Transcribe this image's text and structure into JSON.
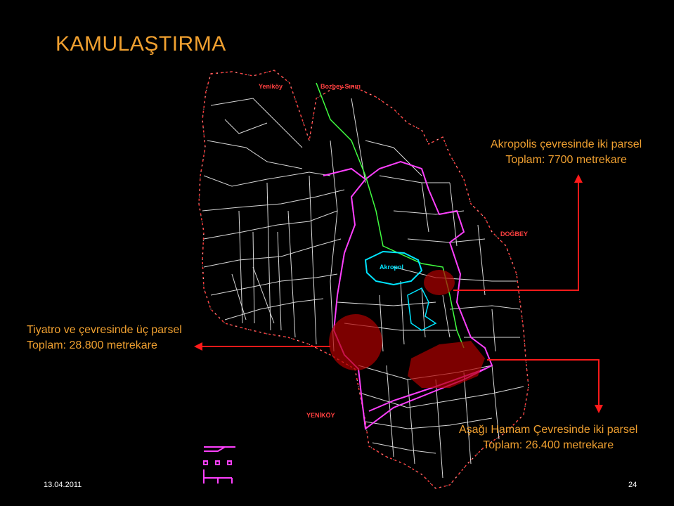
{
  "slide": {
    "title": "KAMULAŞTIRMA",
    "date": "13.04.2011",
    "page_number": "24"
  },
  "callouts": {
    "akropolis": {
      "line1": "Akropolis çevresinde iki parsel",
      "line2": "Toplam: 7700 metrekare"
    },
    "tiyatro": {
      "line1": "Tiyatro ve çevresinde üç parsel",
      "line2": "Toplam: 28.800 metrekare"
    },
    "hamam": {
      "line1": "Aşağı Hamam Çevresinde iki parsel",
      "line2": "Toplam: 26.400 metrekare"
    }
  },
  "map": {
    "labels": {
      "top_left": "Yeniköy",
      "top_right": "Bozbey Sınırı",
      "east": "DOĞBEY",
      "south": "YENİKÖY",
      "akropol": "Akropol"
    },
    "colors": {
      "boundary": "#ff3b3b",
      "parcel_lines": "#d8d8d8",
      "magenta_zone": "#ff40ff",
      "green_line": "#40ff40",
      "cyan_area": "#00e5ff",
      "highlight": "#b00000",
      "arrow": "#ff1a1a",
      "callout_text": "#f0a030"
    }
  }
}
